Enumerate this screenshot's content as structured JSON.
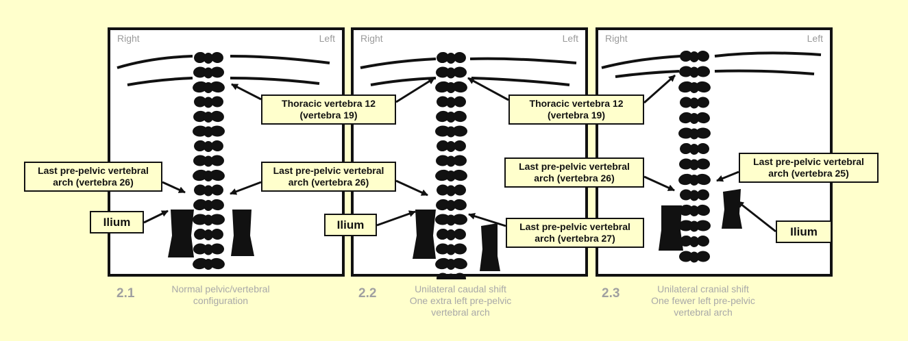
{
  "panels": [
    {
      "right": "Right",
      "left": "Left",
      "number": "2.1",
      "caption": [
        "Normal pelvic/vertebral",
        "configuration"
      ]
    },
    {
      "right": "Right",
      "left": "Left",
      "number": "2.2",
      "caption": [
        "Unilateral caudal shift",
        "One extra left pre-pelvic",
        "vertebral arch"
      ]
    },
    {
      "right": "Right",
      "left": "Left",
      "number": "2.3",
      "caption": [
        "Unilateral cranial shift",
        "One fewer left pre-pelvic",
        "vertebral arch"
      ]
    }
  ],
  "labels": {
    "thoracic_a": [
      "Thoracic vertebra 12",
      "(vertebra 19)"
    ],
    "thoracic_b": [
      "Thoracic vertebra 12",
      "(vertebra 19)"
    ],
    "lastpre_1": [
      "Last pre-pelvic vertebral",
      "arch (vertebra 26)"
    ],
    "lastpre_2": [
      "Last pre-pelvic vertebral",
      "arch (vertebra 26)"
    ],
    "lastpre_3": [
      "Last pre-pelvic vertebral",
      "arch (vertebra 26)"
    ],
    "lastpre_27": [
      "Last pre-pelvic vertebral",
      "arch (vertebra 27)"
    ],
    "lastpre_25": [
      "Last pre-pelvic vertebral",
      "arch (vertebra 25)"
    ],
    "ilium_1": "Ilium",
    "ilium_2": "Ilium",
    "ilium_3": "Ilium"
  }
}
